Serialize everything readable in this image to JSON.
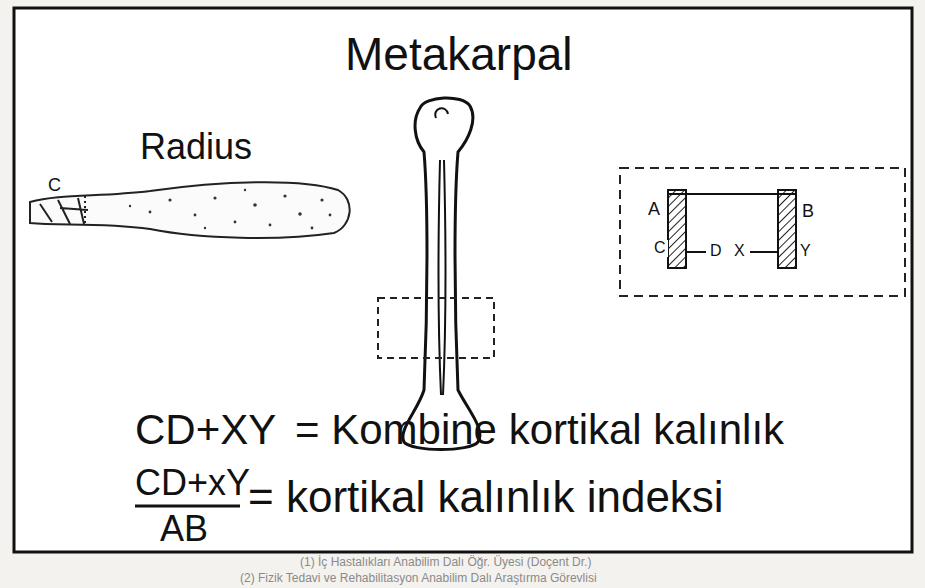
{
  "diagram": {
    "labels": [
      "Metakarpal",
      "Radius",
      "C",
      "A",
      "B",
      "C",
      "D",
      "X",
      "Y",
      "CD+XY",
      "= Kombine kortikal kalınlık",
      "CD+xY",
      "AB",
      "= kortikal kalınlık indeksi",
      "(1) İç Hastalıkları Anabilim Dalı Öğr. Üyesi (Doçent Dr.)",
      "(2) Fizik Tedavi ve Rehabilitasyon Anabilim Dalı Araştırma Görevlisi"
    ]
  }
}
